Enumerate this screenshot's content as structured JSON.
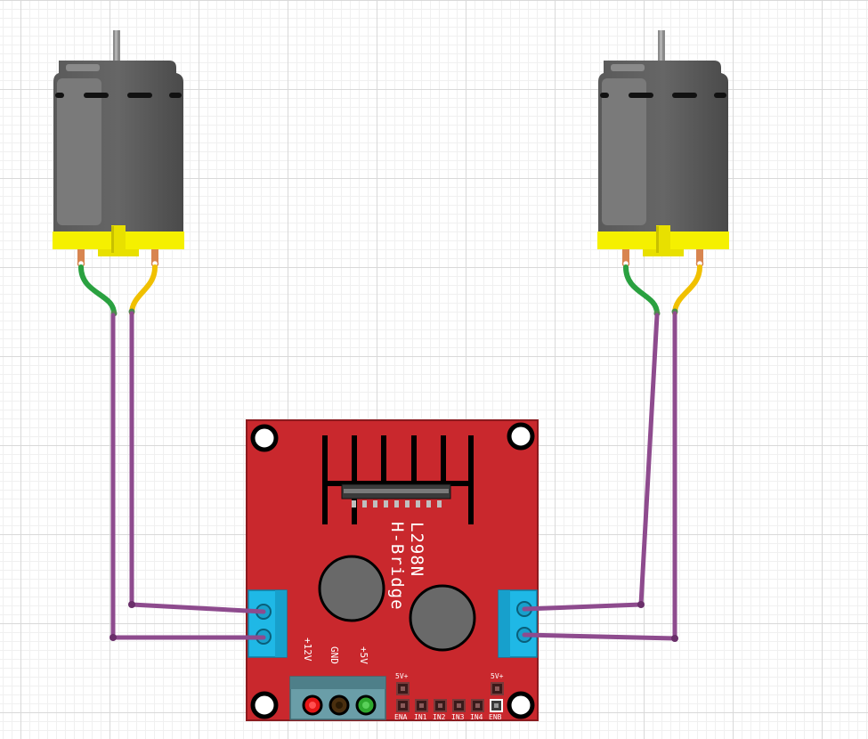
{
  "board": {
    "title_line1": "L298N",
    "title_line2": "H-Bridge",
    "power_labels": {
      "v12": "+12V",
      "gnd": "GND",
      "v5": "+5V"
    },
    "header_labels": {
      "left_5v": "5V+",
      "right_5v": "5V+"
    },
    "control_pins": [
      "ENA",
      "IN1",
      "IN2",
      "IN3",
      "IN4",
      "ENB"
    ],
    "colors": {
      "pcb": "#c9282d",
      "terminal": "#1fb8e6",
      "power_block": "#6a9ea8",
      "silkscreen": "#ffffff"
    }
  },
  "motors": [
    {
      "name": "dc-motor-left",
      "leads": [
        "green",
        "yellow"
      ]
    },
    {
      "name": "dc-motor-right",
      "leads": [
        "green",
        "yellow"
      ]
    }
  ],
  "wires": {
    "color": "#8e4b8e",
    "connections": [
      "motor-left-green → out-terminal-left-bottom",
      "motor-left-yellow → out-terminal-left-top",
      "motor-right-green → out-terminal-right-top",
      "motor-right-yellow → out-terminal-right-bottom"
    ]
  }
}
